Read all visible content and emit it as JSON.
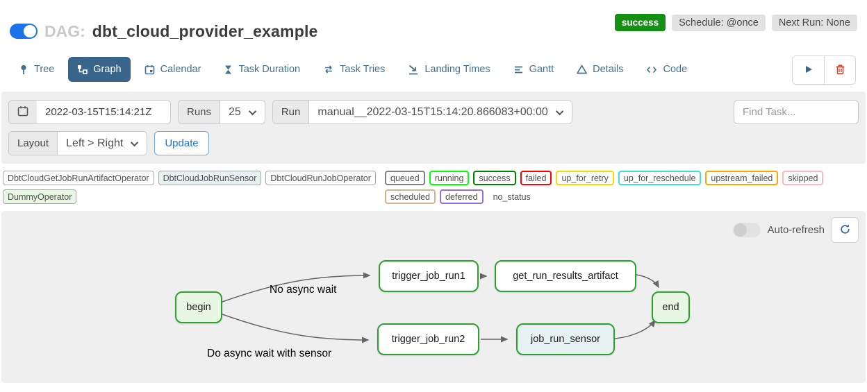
{
  "header": {
    "dag_prefix": "DAG:",
    "dag_title": "dbt_cloud_provider_example",
    "status_badge": "success",
    "schedule_badge": "Schedule: @once",
    "next_run_badge": "Next Run: None"
  },
  "tabs": [
    {
      "label": "Tree"
    },
    {
      "label": "Graph",
      "active": true
    },
    {
      "label": "Calendar"
    },
    {
      "label": "Task Duration"
    },
    {
      "label": "Task Tries"
    },
    {
      "label": "Landing Times"
    },
    {
      "label": "Gantt"
    },
    {
      "label": "Details"
    },
    {
      "label": "Code"
    }
  ],
  "toolbar": {
    "date_value": "2022-03-15T15:14:21Z",
    "runs_label": "Runs",
    "runs_value": "25",
    "run_label": "Run",
    "run_value": "manual__2022-03-15T15:14:20.866083+00:00",
    "find_task_placeholder": "Find Task...",
    "layout_label": "Layout",
    "layout_value": "Left > Right",
    "update_label": "Update"
  },
  "legend": {
    "operators": [
      {
        "label": "DbtCloudGetJobRunArtifactOperator",
        "bg": "#ffffff"
      },
      {
        "label": "DbtCloudJobRunSensor",
        "bg": "#e6f1f2"
      },
      {
        "label": "DbtCloudRunJobOperator",
        "bg": "#ffffff"
      },
      {
        "label": "DummyOperator",
        "bg": "#e8f7e4"
      }
    ],
    "statuses": [
      {
        "label": "queued",
        "border": "#808080"
      },
      {
        "label": "running",
        "border": "#00ff00"
      },
      {
        "label": "success",
        "border": "#008000"
      },
      {
        "label": "failed",
        "border": "#ff0000"
      },
      {
        "label": "up_for_retry",
        "border": "#ffd700"
      },
      {
        "label": "up_for_reschedule",
        "border": "#40e0d0"
      },
      {
        "label": "upstream_failed",
        "border": "#ffa500"
      },
      {
        "label": "skipped",
        "border": "#ffb6c1"
      },
      {
        "label": "scheduled",
        "border": "#d2b48c"
      },
      {
        "label": "deferred",
        "border": "#9370db"
      },
      {
        "label": "no_status",
        "border": "transparent"
      }
    ]
  },
  "graph_panel": {
    "autorefresh_label": "Auto-refresh",
    "nodes": [
      {
        "label": "begin",
        "fill": "#e8f7e4"
      },
      {
        "label": "trigger_job_run1",
        "fill": "#ffffff"
      },
      {
        "label": "get_run_results_artifact",
        "fill": "#ffffff"
      },
      {
        "label": "trigger_job_run2",
        "fill": "#ffffff"
      },
      {
        "label": "job_run_sensor",
        "fill": "#e6f1f2"
      },
      {
        "label": "end",
        "fill": "#e8f7e4"
      }
    ],
    "edge_labels": [
      "No async wait",
      "Do async wait with sensor"
    ]
  },
  "colors": {
    "accent_blue": "#1a73e8",
    "success_green": "#159015",
    "node_border": "#2da12d",
    "edge_gray": "#666666",
    "tab_active": "#39658a"
  }
}
